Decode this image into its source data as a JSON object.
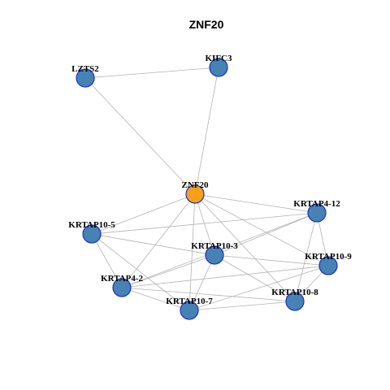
{
  "title": "ZNF20",
  "colors": {
    "center_node": "#f5a11a",
    "other_node": "#4682b4",
    "node_border": "#1f2fbf",
    "edge": "#b3b3b3"
  },
  "nodes": [
    {
      "id": "ZNF20",
      "label": "ZNF20",
      "role": "center"
    },
    {
      "id": "LZTS2",
      "label": "LZTS2",
      "role": "other"
    },
    {
      "id": "KIFC3",
      "label": "KIFC3",
      "role": "other"
    },
    {
      "id": "KRTAP4-12",
      "label": "KRTAP4-12",
      "role": "other"
    },
    {
      "id": "KRTAP10-5",
      "label": "KRTAP10-5",
      "role": "other"
    },
    {
      "id": "KRTAP10-3",
      "label": "KRTAP10-3",
      "role": "other"
    },
    {
      "id": "KRTAP10-9",
      "label": "KRTAP10-9",
      "role": "other"
    },
    {
      "id": "KRTAP4-2",
      "label": "KRTAP4-2",
      "role": "other"
    },
    {
      "id": "KRTAP10-8",
      "label": "KRTAP10-8",
      "role": "other"
    },
    {
      "id": "KRTAP10-7",
      "label": "KRTAP10-7",
      "role": "other"
    }
  ],
  "edges": [
    [
      "LZTS2",
      "KIFC3"
    ],
    [
      "LZTS2",
      "ZNF20"
    ],
    [
      "KIFC3",
      "ZNF20"
    ],
    [
      "ZNF20",
      "KRTAP4-12"
    ],
    [
      "ZNF20",
      "KRTAP10-5"
    ],
    [
      "ZNF20",
      "KRTAP10-3"
    ],
    [
      "ZNF20",
      "KRTAP10-9"
    ],
    [
      "ZNF20",
      "KRTAP4-2"
    ],
    [
      "ZNF20",
      "KRTAP10-8"
    ],
    [
      "ZNF20",
      "KRTAP10-7"
    ],
    [
      "KRTAP10-5",
      "KRTAP4-12"
    ],
    [
      "KRTAP10-5",
      "KRTAP10-3"
    ],
    [
      "KRTAP10-5",
      "KRTAP4-2"
    ],
    [
      "KRTAP10-5",
      "KRTAP10-7"
    ],
    [
      "KRTAP4-12",
      "KRTAP10-3"
    ],
    [
      "KRTAP4-12",
      "KRTAP10-9"
    ],
    [
      "KRTAP4-12",
      "KRTAP10-8"
    ],
    [
      "KRTAP4-12",
      "KRTAP4-2"
    ],
    [
      "KRTAP10-3",
      "KRTAP10-9"
    ],
    [
      "KRTAP10-3",
      "KRTAP4-2"
    ],
    [
      "KRTAP10-3",
      "KRTAP10-8"
    ],
    [
      "KRTAP10-3",
      "KRTAP10-7"
    ],
    [
      "KRTAP10-9",
      "KRTAP4-2"
    ],
    [
      "KRTAP10-9",
      "KRTAP10-8"
    ],
    [
      "KRTAP10-9",
      "KRTAP10-7"
    ],
    [
      "KRTAP4-2",
      "KRTAP10-7"
    ],
    [
      "KRTAP4-2",
      "KRTAP10-8"
    ],
    [
      "KRTAP10-7",
      "KRTAP10-8"
    ]
  ]
}
